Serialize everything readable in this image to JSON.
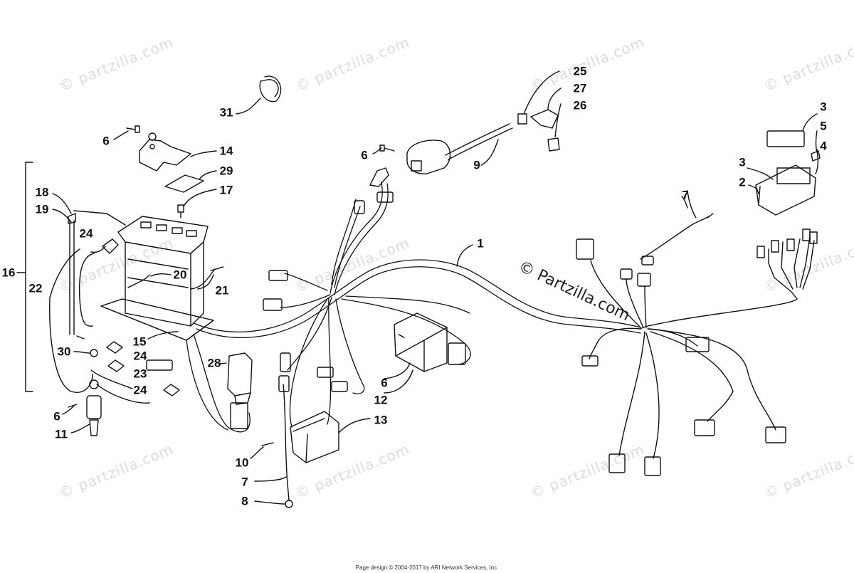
{
  "watermark": {
    "text": "© partzilla.com",
    "prominent_text": "© Partzilla.com"
  },
  "callouts": {
    "c1": "1",
    "c2": "2",
    "c3a": "3",
    "c3b": "3",
    "c4": "4",
    "c5": "5",
    "c6a": "6",
    "c6b": "6",
    "c6c": "6",
    "c6d": "6",
    "c7a": "7",
    "c7b": "7",
    "c8": "8",
    "c9": "9",
    "c10": "10",
    "c11": "11",
    "c12": "12",
    "c13": "13",
    "c14": "14",
    "c15": "15",
    "c16": "16",
    "c17": "17",
    "c18": "18",
    "c19": "19",
    "c20": "20",
    "c21": "21",
    "c22": "22",
    "c23": "23",
    "c24a": "24",
    "c24b": "24",
    "c24c": "24",
    "c25": "25",
    "c26": "26",
    "c27": "27",
    "c28": "28",
    "c29": "29",
    "c30": "30",
    "c31": "31"
  },
  "footer": {
    "text": "Page design © 2004-2017 by ARI Network Services, Inc."
  }
}
